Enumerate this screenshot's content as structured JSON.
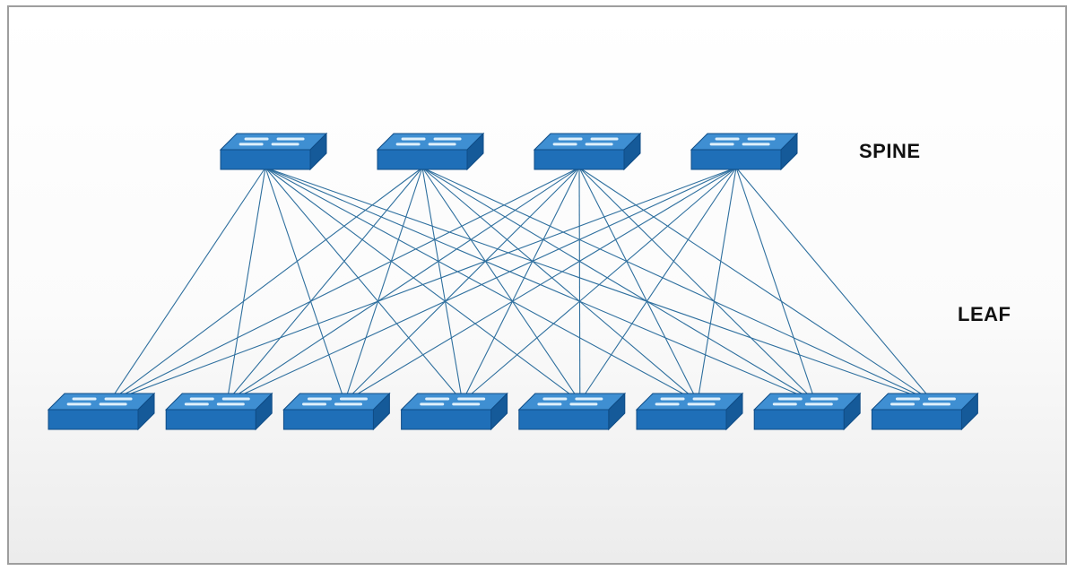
{
  "labels": {
    "spine": "SPINE",
    "leaf": "LEAF"
  },
  "topology": {
    "spine_count": 4,
    "leaf_count": 8,
    "full_mesh": true
  },
  "colors": {
    "switch_top": "#3f8fd2",
    "switch_front": "#1f6fb8",
    "switch_side": "#155a99",
    "switch_edge": "#0f4c86",
    "port_bar": "#dff0fb",
    "link": "#2e6f9e",
    "frame_border": "#9e9e9e"
  },
  "icons": {
    "switch": "network-switch-icon"
  }
}
